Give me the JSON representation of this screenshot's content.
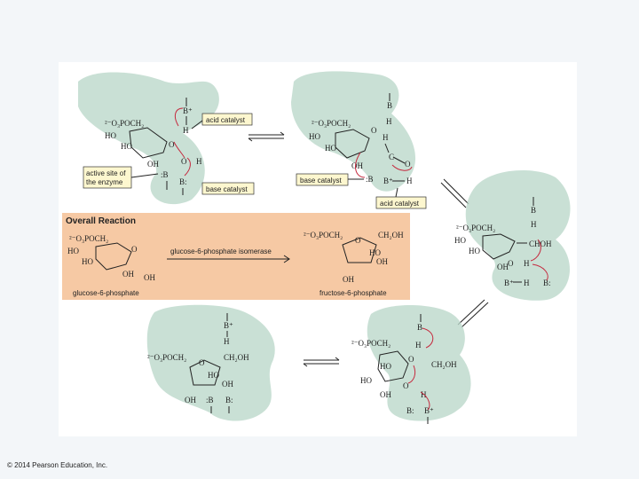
{
  "copyright": "© 2014 Pearson Education, Inc.",
  "labels": {
    "acid_catalyst": "acid catalyst",
    "base_catalyst": "base catalyst",
    "active_site_line1": "active site of",
    "active_site_line2": "the enzyme"
  },
  "overall": {
    "title": "Overall Reaction",
    "enzyme": "glucose-6-phosphate isomerase",
    "substrate": "glucose-6-phosphate",
    "product": "fructose-6-phosphate"
  },
  "chem": {
    "phosphate": "²⁻O₃POCH₂",
    "ho": "HO",
    "oh": "OH",
    "o": "O",
    "h": "H",
    "ch2oh": "CH₂OH",
    "chohe": "CHOH",
    "b_plus": "B⁺",
    "b": "B",
    "b_colon": ":B",
    "b_colon2": "B:",
    "c": "C"
  },
  "colors": {
    "enzyme": "#bcd8cb",
    "overall_bg": "#f6c9a4",
    "label_bg": "#fdf7cf",
    "arrow": "#c5283d"
  }
}
